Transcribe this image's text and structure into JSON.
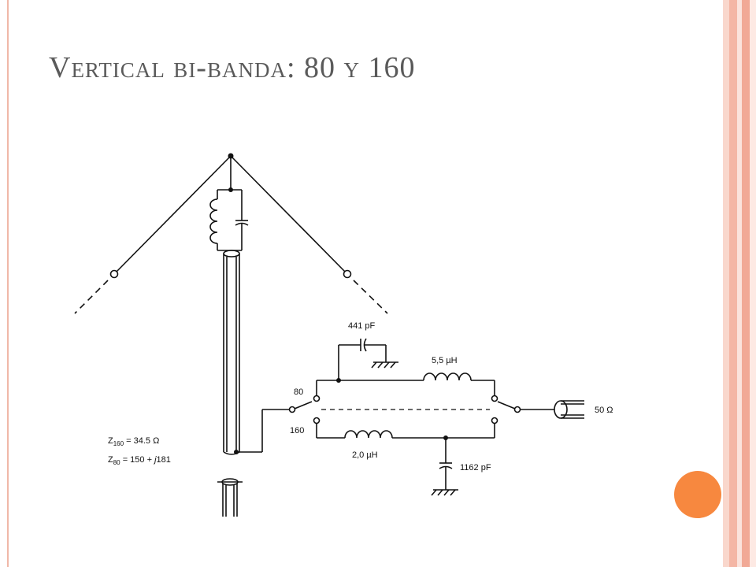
{
  "slide": {
    "title": "Vertical bi-banda: 80 y 160"
  },
  "colors": {
    "title": "#5a5a5a",
    "accent_dot": "#f7883f",
    "left_rule": "#f0b8a8",
    "right_bars": [
      "#f9d7cc",
      "#f4b6a5",
      "#fbe3dc",
      "#f1a996",
      "#fde9e3"
    ],
    "line": "#111111"
  },
  "schematic": {
    "cap_top": "441 pF",
    "ind_top": "5,5 µH",
    "switch_80": "80",
    "switch_160": "160",
    "ind_bottom": "2,0 µH",
    "cap_bottom": "1162 pF",
    "output_impedance": "50 Ω",
    "z160": {
      "prefix": "Z",
      "sub": "160",
      "rest": " = 34.5 Ω"
    },
    "z80": {
      "prefix": "Z",
      "sub": "80",
      "rest_a": " = 150 + ",
      "j": "j",
      "rest_b": "181"
    }
  }
}
